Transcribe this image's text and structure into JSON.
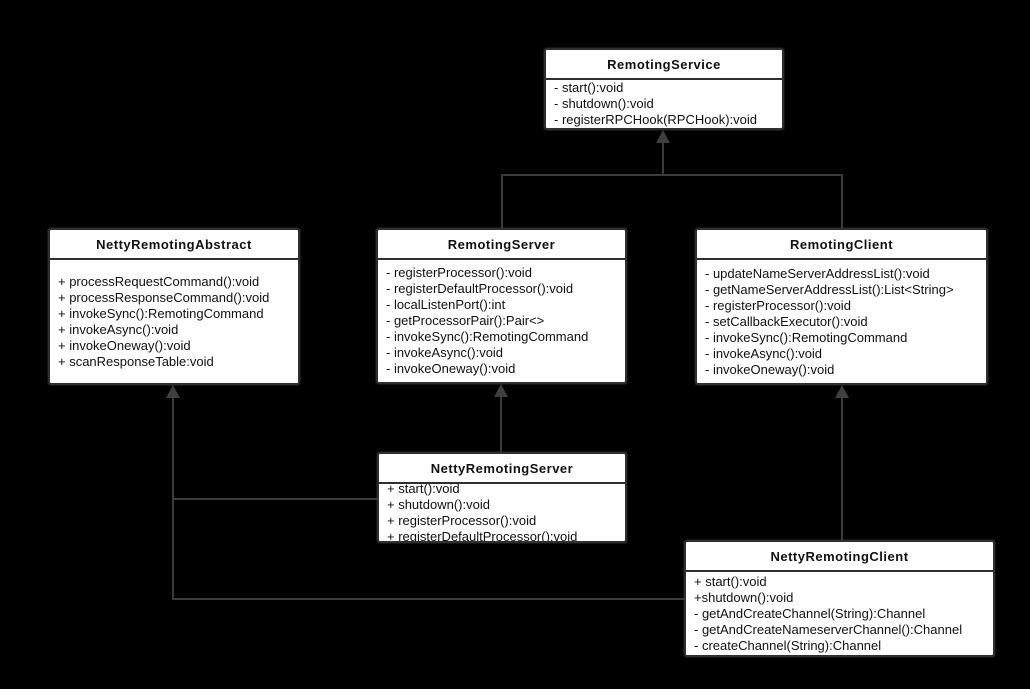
{
  "diagram_type": "uml-class-diagram",
  "colors": {
    "background": "#000000",
    "box_fill": "#ffffff",
    "box_border": "#2f2f2f",
    "line": "#3a3a3a",
    "text": "#111111"
  },
  "classes": [
    {
      "id": "remoting-service",
      "title": "RemotingService",
      "methods": [
        "- start():void",
        "- shutdown():void",
        "- registerRPCHook(RPCHook):void"
      ]
    },
    {
      "id": "netty-remoting-abstract",
      "title": "NettyRemotingAbstract",
      "methods": [
        "+ processRequestCommand():void",
        "+ processResponseCommand():void",
        "+ invokeSync():RemotingCommand",
        "+ invokeAsync():void",
        "+ invokeOneway():void",
        "+ scanResponseTable:void"
      ]
    },
    {
      "id": "remoting-server",
      "title": "RemotingServer",
      "methods": [
        "- registerProcessor():void",
        "- registerDefaultProcessor():void",
        "- localListenPort():int",
        "- getProcessorPair():Pair<>",
        "- invokeSync():RemotingCommand",
        "- invokeAsync():void",
        "- invokeOneway():void"
      ]
    },
    {
      "id": "remoting-client",
      "title": "RemotingClient",
      "methods": [
        "- updateNameServerAddressList():void",
        "- getNameServerAddressList():List<String>",
        "- registerProcessor():void",
        "- setCallbackExecutor():void",
        "- invokeSync():RemotingCommand",
        "- invokeAsync():void",
        "- invokeOneway():void"
      ]
    },
    {
      "id": "netty-remoting-server",
      "title": "NettyRemotingServer",
      "methods": [
        "+ start():void",
        "+ shutdown():void",
        "+ registerProcessor():void",
        "+ registerDefaultProcessor():void"
      ]
    },
    {
      "id": "netty-remoting-client",
      "title": "NettyRemotingClient",
      "methods": [
        "+ start():void",
        "+shutdown():void",
        "- getAndCreateChannel(String):Channel",
        "- getAndCreateNameserverChannel():Channel",
        "- createChannel(String):Channel"
      ]
    }
  ],
  "relations": [
    {
      "from": "RemotingServer",
      "to": "RemotingService",
      "type": "inheritance"
    },
    {
      "from": "RemotingClient",
      "to": "RemotingService",
      "type": "inheritance"
    },
    {
      "from": "NettyRemotingServer",
      "to": "RemotingServer",
      "type": "inheritance"
    },
    {
      "from": "NettyRemotingServer",
      "to": "NettyRemotingAbstract",
      "type": "inheritance"
    },
    {
      "from": "NettyRemotingClient",
      "to": "RemotingClient",
      "type": "inheritance"
    },
    {
      "from": "NettyRemotingClient",
      "to": "NettyRemotingAbstract",
      "type": "inheritance"
    }
  ]
}
